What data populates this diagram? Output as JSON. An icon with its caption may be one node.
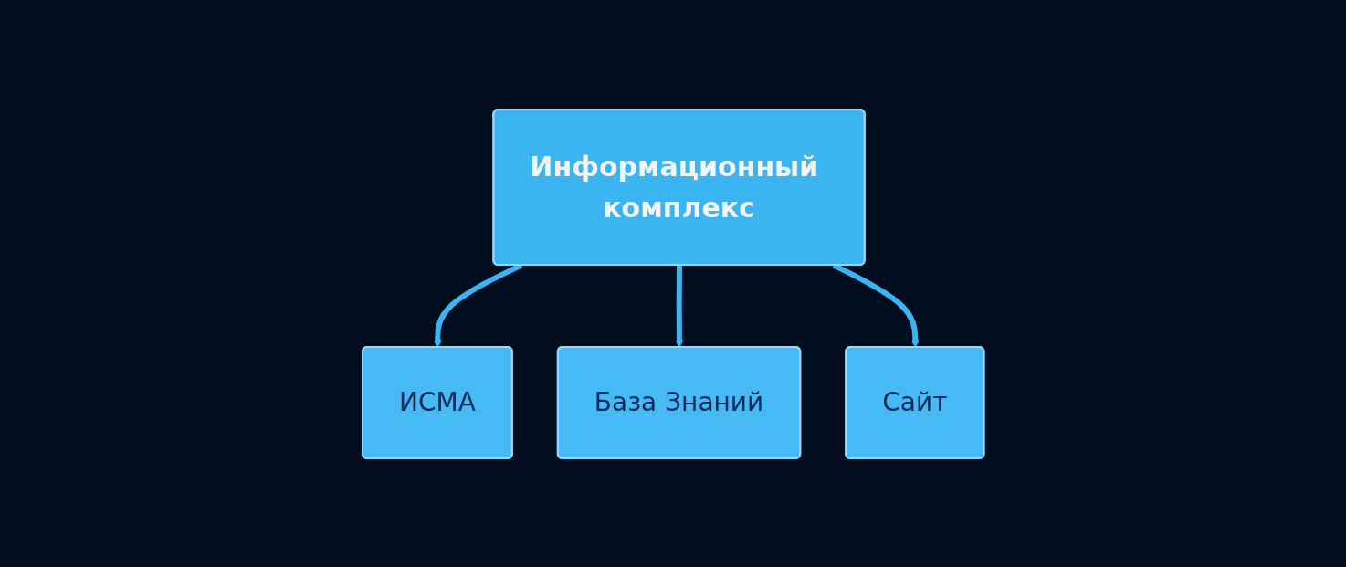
{
  "diagram": {
    "nodes": [
      {
        "text": [
          "Информационный комплекс"
        ]
      },
      {
        "text": [
          "ИСМА"
        ]
      },
      {
        "text": [
          "База Знаний"
        ]
      },
      {
        "text": [
          "Сайт"
        ]
      }
    ],
    "edges": [
      {
        "from": 0,
        "to": 1,
        "arrow": "to"
      },
      {
        "from": 0,
        "to": 2,
        "arrow": "to"
      },
      {
        "from": 0,
        "to": 3,
        "arrow": "to"
      }
    ]
  }
}
